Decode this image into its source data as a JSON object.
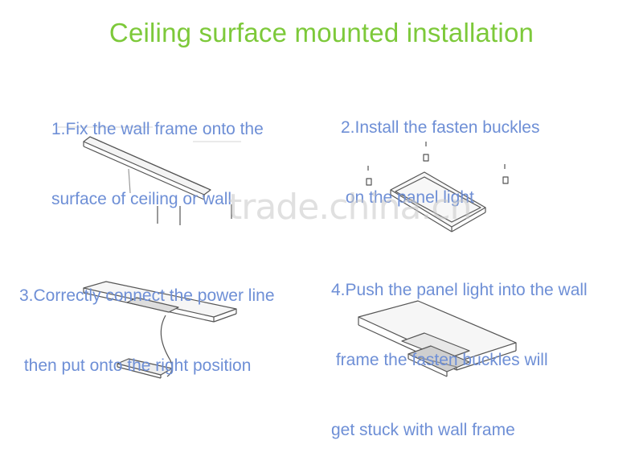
{
  "title": "Ceiling surface mounted installation",
  "colors": {
    "title": "#7dc93a",
    "step_text": "#6e8fd6",
    "watermark": "#c8c8c8",
    "line_art": "#555555"
  },
  "steps": [
    {
      "line1": "1.Fix the wall frame onto the",
      "line2": "surface of ceiling or wall"
    },
    {
      "line1": "2.Install the fasten buckles",
      "line2": " on the panel light"
    },
    {
      "line1": "3.Correctly connect the power line",
      "line2": " then put onto the right position"
    },
    {
      "line1": "4.Push the panel light into the wall",
      "line2": " frame the fasten buckles will",
      "line3": "get stuck with wall frame"
    }
  ],
  "watermark": "trade.china.cn"
}
